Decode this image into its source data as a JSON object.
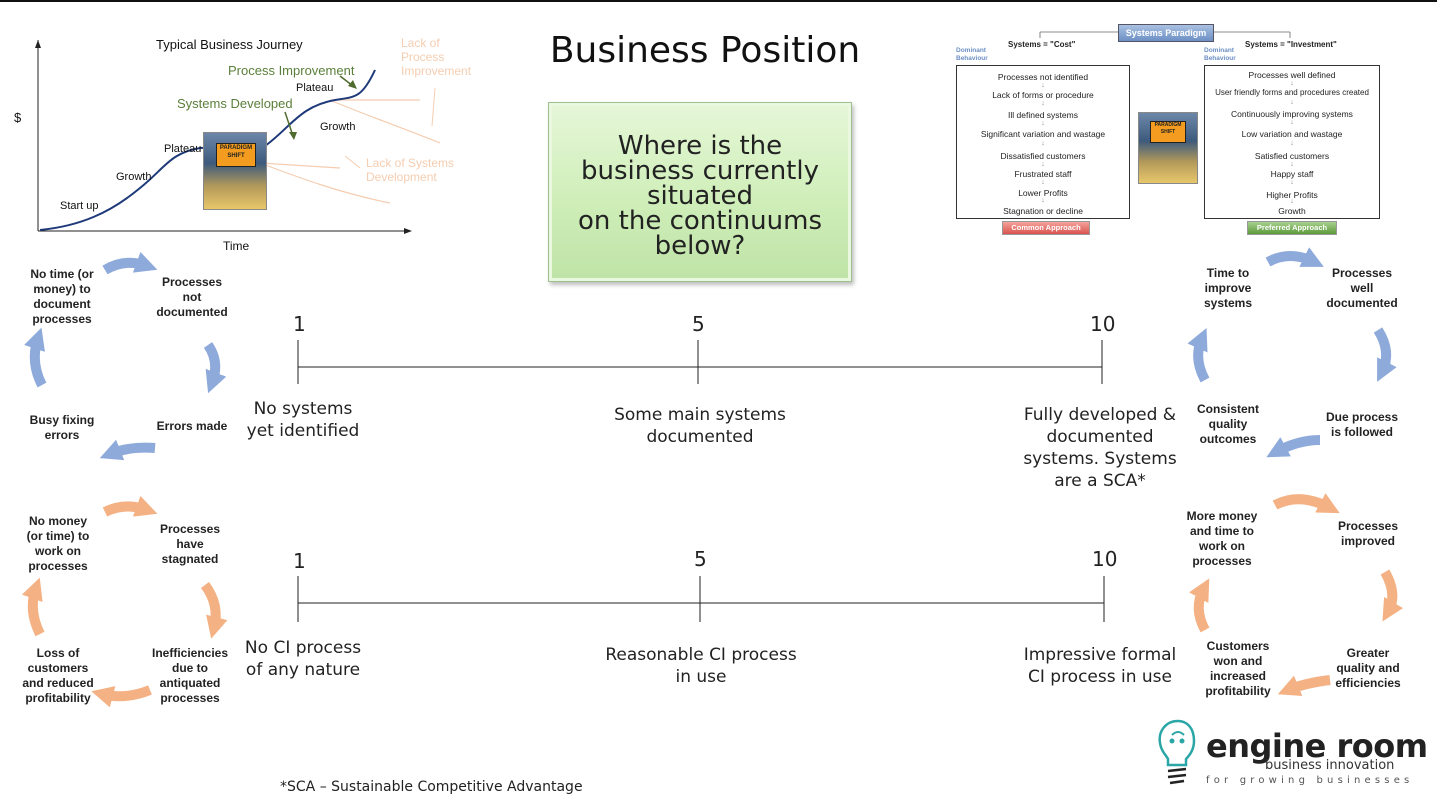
{
  "page": {
    "title": "Business Position",
    "question": "Where is the\nbusiness currently\nsituated\non the continuums\nbelow?",
    "footnote": "*SCA – Sustainable Competitive Advantage"
  },
  "journey_chart": {
    "title": "Typical Business Journey",
    "ylabel": "$",
    "xlabel": "Time",
    "stages": [
      "Start up",
      "Growth",
      "Plateau",
      "Growth",
      "Plateau"
    ],
    "green_labels": [
      "Process Improvement",
      "Systems Developed"
    ],
    "faded_labels": [
      "Lack of\nProcess\nImprovement",
      "Lack of Systems\nDevelopment"
    ],
    "sign_text": "PARADIGM\nSHIFT"
  },
  "systems_paradigm": {
    "header": "Systems Paradigm",
    "left": {
      "title": "Systems = \"Cost\"",
      "side_label": "Dominant\nBehaviour",
      "items": [
        "Processes not identified",
        "Lack of forms or procedure",
        "Ill defined systems",
        "Significant variation and wastage",
        "Dissatisfied customers",
        "Frustrated staff",
        "Lower Profits",
        "Stagnation or decline"
      ],
      "footer": "Common Approach"
    },
    "right": {
      "title": "Systems = \"Investment\"",
      "side_label": "Dominant\nBehaviour",
      "items": [
        "Processes well defined",
        "User friendly forms and procedures created",
        "Continuously improving systems",
        "Low variation and wastage",
        "Satisfied customers",
        "Happy staff",
        "Higher Profits",
        "Growth"
      ],
      "footer": "Preferred Approach"
    }
  },
  "cycles": {
    "left_blue": [
      "No time (or\nmoney) to\ndocument\nprocesses",
      "Processes\nnot\ndocumented",
      "Errors made",
      "Busy fixing\nerrors"
    ],
    "left_orange": [
      "No money\n(or time) to\nwork on\nprocesses",
      "Processes\nhave\nstagnated",
      "Inefficiencies\ndue to\nantiquated\nprocesses",
      "Loss of\ncustomers\nand reduced\nprofitability"
    ],
    "right_blue": [
      "Time to\nimprove\nsystems",
      "Processes\nwell\ndocumented",
      "Due process\nis followed",
      "Consistent\nquality\noutcomes"
    ],
    "right_orange": [
      "More money\nand time to\nwork on\nprocesses",
      "Processes\nimproved",
      "Greater\nquality and\nefficiencies",
      "Customers\nwon and\nincreased\nprofitability"
    ]
  },
  "scales": [
    {
      "ticks": [
        "1",
        "5",
        "10"
      ],
      "labels": [
        "No systems\nyet identified",
        "Some main systems\ndocumented",
        "Fully developed &\ndocumented\nsystems.  Systems\nare a SCA*"
      ]
    },
    {
      "ticks": [
        "1",
        "5",
        "10"
      ],
      "labels": [
        "No CI process\nof any nature",
        "Reasonable CI process\nin use",
        "Impressive formal\nCI process in use"
      ]
    }
  ],
  "logo": {
    "name": "engine room",
    "subtitle": "business innovation",
    "tagline": "for growing businesses"
  },
  "colors": {
    "cycle_blue": "#8eaadb",
    "cycle_orange": "#f4b183",
    "question_green": "#cfeeb9",
    "chart_curve": "#1f3a7a",
    "green_label": "#5a7f3a",
    "faded": "#f5cdb0",
    "logo_teal": "#2aa6a6"
  }
}
